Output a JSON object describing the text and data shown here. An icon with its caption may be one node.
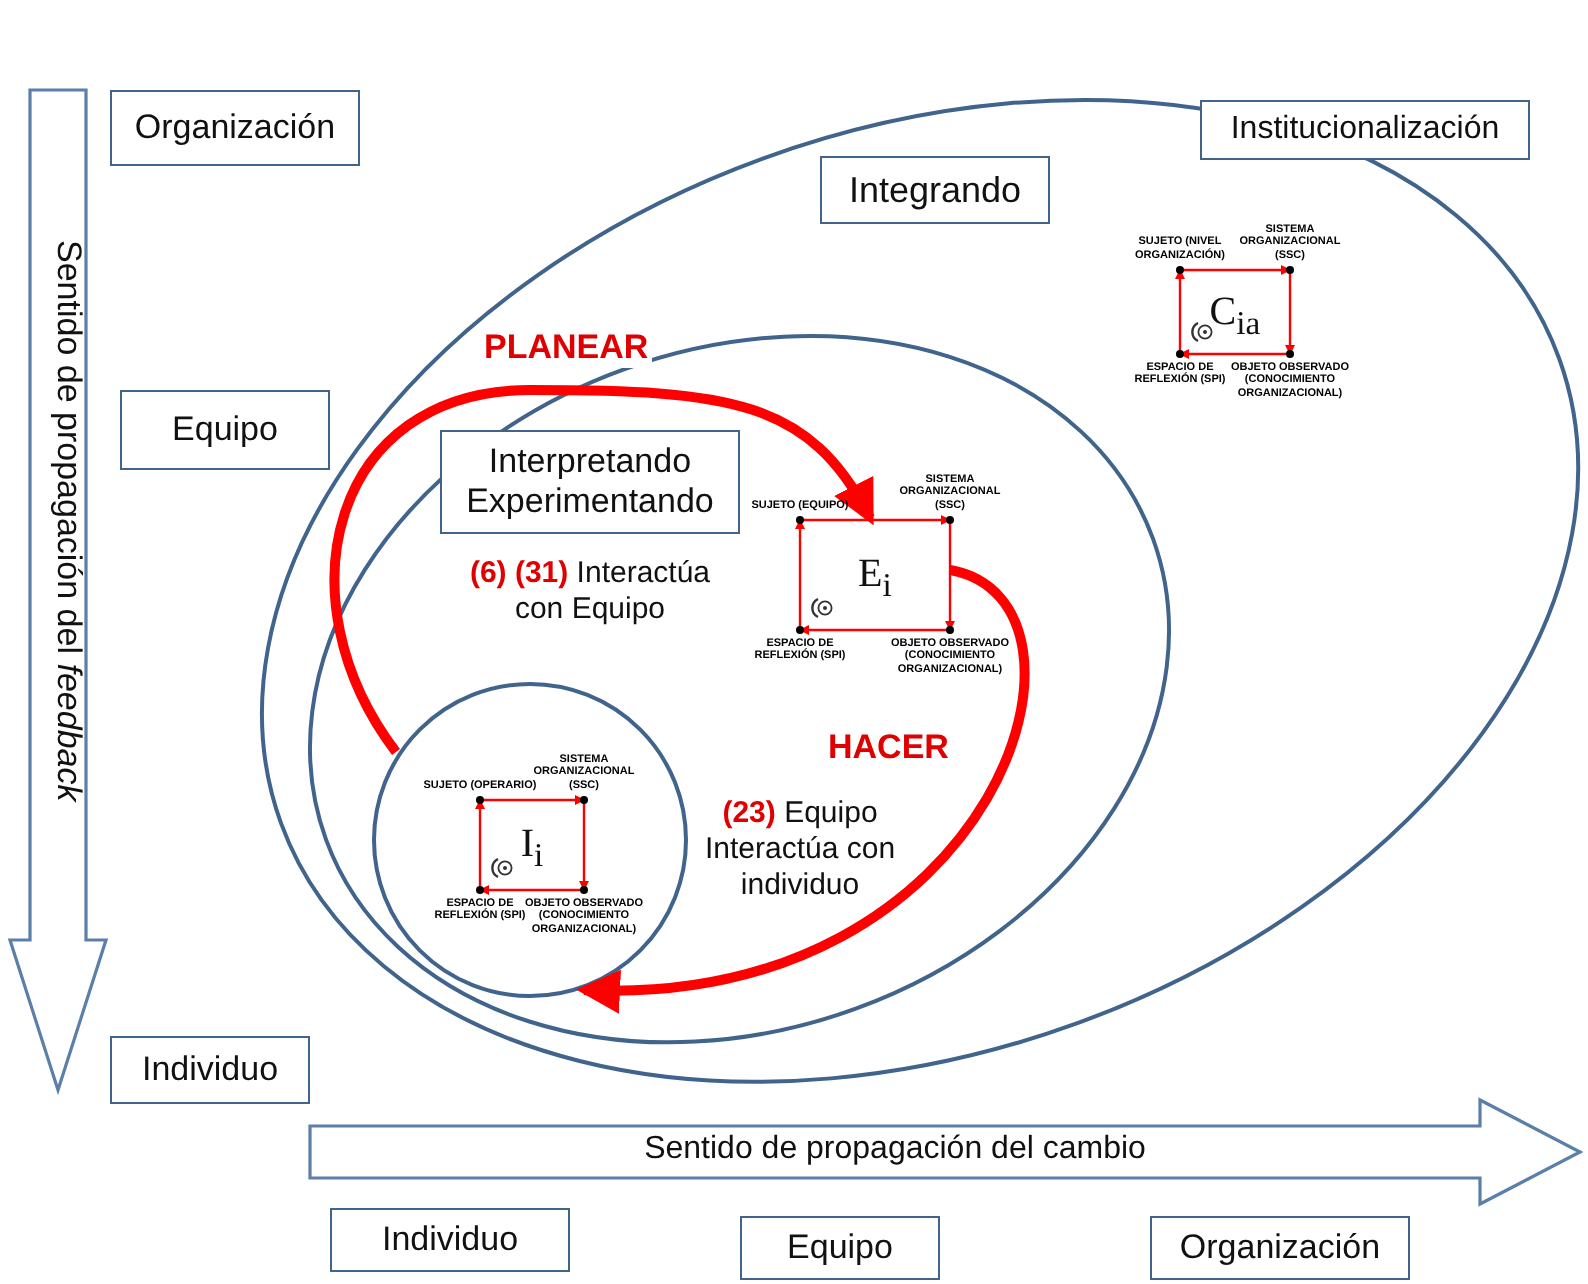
{
  "diagram": {
    "nodes": [
      {
        "text": [],
        "shape": "ellipse"
      },
      {
        "text": [
          "Institucionalización"
        ]
      },
      {
        "text": [
          "Integrando"
        ],
        "in": 0
      },
      {
        "text": [
          "C$_{ia}$"
        ],
        "in": 0,
        "beside": [
          "SUJETO (NIVEL ORGANIZACIÓN)",
          "SISTEMA ORGANIZACIONAL (SSC)",
          "ESPACIO DE REFLEXIÓN (SPI)",
          "OBJETO OBSERVADO (CONOCIMIENTO ORGANIZACIONAL)"
        ]
      },
      {
        "text": [],
        "shape": "ellipse",
        "in": 0
      },
      {
        "text": [
          "Interpretando Experimentando"
        ],
        "in": 4
      },
      {
        "text": [
          "E$_{i}$"
        ],
        "in": 4,
        "beside": [
          "SUJETO (EQUIPO)",
          "SISTEMA ORGANIZACIONAL (SSC)",
          "ESPACIO DE REFLEXIÓN (SPI)",
          "OBJETO OBSERVADO (CONOCIMIENTO ORGANIZACIONAL)"
        ]
      },
      {
        "text": [],
        "shape": "circle",
        "in": 4
      },
      {
        "text": [
          "I$_{i}$"
        ],
        "in": 7,
        "beside": [
          "SUJETO (OPERARIO)",
          "SISTEMA ORGANIZACIONAL (SSC)",
          "ESPACIO DE REFLEXIÓN (SPI)",
          "OBJETO OBSERVADO (CONOCIMIENTO ORGANIZACIONAL)"
        ]
      },
      {
        "text": [
          "Organización"
        ]
      },
      {
        "text": [
          "Equipo"
        ]
      },
      {
        "text": [
          "Individuo"
        ]
      },
      {
        "text": [
          "Individuo"
        ]
      },
      {
        "text": [
          "Equipo"
        ]
      },
      {
        "text": [
          "Organización"
        ]
      }
    ],
    "edges": [
      {
        "from": 7,
        "to": 6,
        "arrow": "to",
        "label": "PLANEAR"
      },
      {
        "from": 6,
        "to": 7,
        "arrow": "to",
        "label": "HACER"
      }
    ],
    "labels": [
      "Sentido de propagación del *feedback*",
      "Sentido de propagación del cambio",
      "**(6) (31)** Interactúa con Equipo",
      "**(23)** Equipo Interactúa con individuo"
    ]
  }
}
